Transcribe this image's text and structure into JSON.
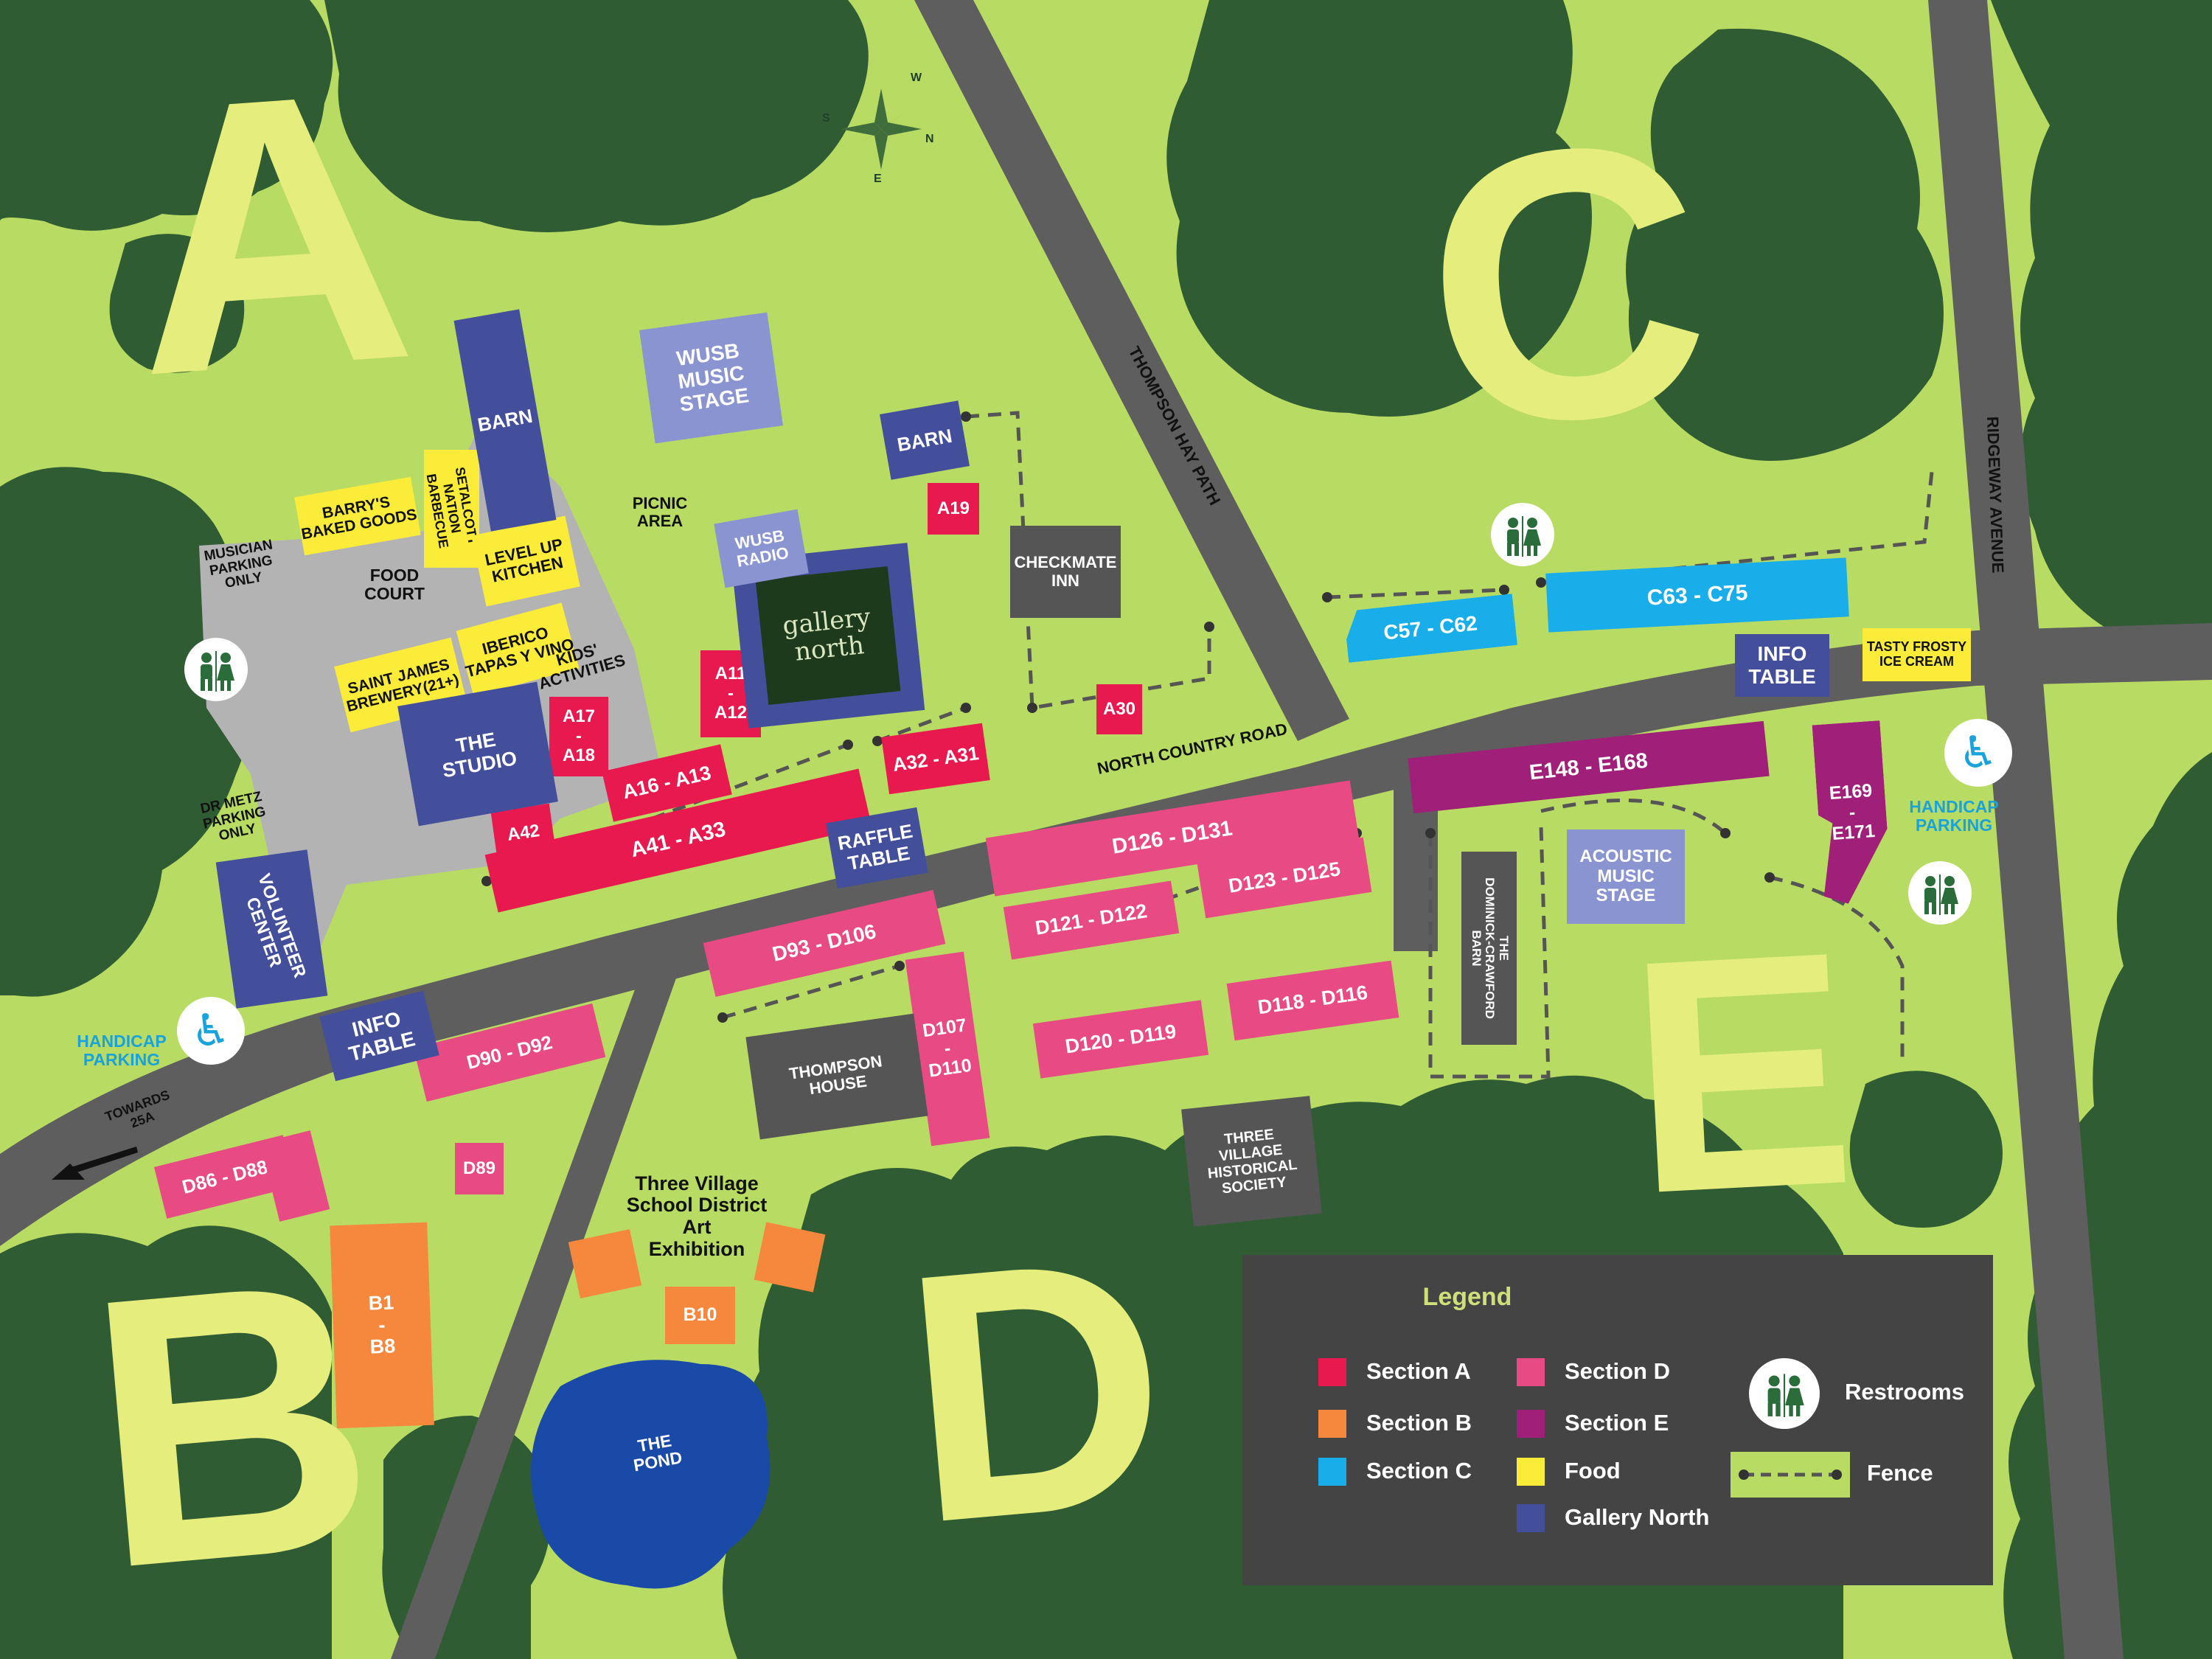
{
  "colors": {
    "grass": "#b8dc63",
    "tree": "#2f5c33",
    "tree_dark": "#234a28",
    "road": "#5e5e5e",
    "lot": "#b3b3b3",
    "section_a": "#e8194e",
    "section_b": "#f5883d",
    "section_c": "#19aeea",
    "section_d": "#e84a84",
    "section_e": "#a01f78",
    "food": "#fbec3a",
    "gallery_north": "#444f9c",
    "stage": "#8a94d0",
    "building": "#555555",
    "big_letter": "#e5ee7d",
    "pond": "#1a4aa8",
    "accent_blue": "#1aa3db",
    "legend_bg": "#444444",
    "legend_title": "#cfe07a"
  },
  "sections": {
    "a": "A",
    "b": "B",
    "c": "C",
    "d": "D",
    "e": "E"
  },
  "roads": {
    "north_country": "NORTH COUNTRY ROAD",
    "thompson_hay": "THOMPSON HAY PATH",
    "ridgeway": "RIDGEWAY AVENUE",
    "towards": "TOWARDS\n25A"
  },
  "compass": {
    "n": "N",
    "s": "S",
    "e": "E",
    "w": "W"
  },
  "booths": {
    "a41_a33": "A41 - A33",
    "a16_a13": "A16 - A13",
    "a42": "A42",
    "a17_a18": "A17\n-\nA18",
    "a11_a12": "A11\n-\nA12",
    "a32_a31": "A32 - A31",
    "a30": "A30",
    "a19": "A19",
    "b1_b8": "B1\n-\nB8",
    "b10": "B10",
    "c57_c62": "C57 - C62",
    "c63_c75": "C63 - C75",
    "d86_d88": "D86 - D88",
    "d89": "D89",
    "d90_d92": "D90 - D92",
    "d93_d106": "D93 - D106",
    "d107_d110": "D107\n-\nD110",
    "d126_d131": "D126 - D131",
    "d121_d122": "D121 - D122",
    "d123_d125": "D123 - D125",
    "d120_d119": "D120 - D119",
    "d118_d116": "D118 - D116",
    "e148_e168": "E148 - E168",
    "e169_e171": "E169\n-\nE171"
  },
  "food": {
    "barrys": "BARRY'S\nBAKED GOODS",
    "setalcott": "SETALCOTT\nNATION\nBARBECUE",
    "level_up": "LEVEL UP\nKITCHEN",
    "iberico": "IBERICO\nTAPAS Y VINO",
    "saint_james": "SAINT JAMES\nBREWERY(21+)",
    "tasty_frosty": "TASTY FROSTY\nICE CREAM"
  },
  "gallery": {
    "barn_main": "BARN",
    "barn_small": "BARN",
    "studio": "THE\nSTUDIO",
    "volunteer": "VOLUNTEER\nCENTER",
    "info_west": "INFO\nTABLE",
    "info_east": "INFO\nTABLE",
    "raffle": "RAFFLE\nTABLE",
    "logo_line1": "gallery",
    "logo_line2": "north"
  },
  "stages": {
    "wusb_music": "WUSB\nMUSIC\nSTAGE",
    "wusb_radio": "WUSB\nRADIO",
    "acoustic": "ACOUSTIC\nMUSIC\nSTAGE"
  },
  "buildings": {
    "checkmate": "CHECKMATE\nINN",
    "thompson_house": "THOMPSON\nHOUSE",
    "three_village_hist": "THREE\nVILLAGE\nHISTORICAL\nSOCIETY",
    "dominick": "THE\nDOMINICK-CRAWFORD\nBARN"
  },
  "labels": {
    "picnic": "PICNIC\nAREA",
    "food_court": "FOOD\nCOURT",
    "kids": "KIDS'\nACTIVITIES",
    "musician_parking": "MUSICIAN\nPARKING\nONLY",
    "dr_metz": "DR METZ\nPARKING\nONLY",
    "handicap_west": "HANDICAP\nPARKING",
    "handicap_east": "HANDICAP\nPARKING",
    "art_exhibition": "Three Village\nSchool District\nArt\nExhibition",
    "pond": "THE\nPOND"
  },
  "legend": {
    "title": "Legend",
    "items": [
      {
        "label": "Section A",
        "color": "#e8194e"
      },
      {
        "label": "Section B",
        "color": "#f5883d"
      },
      {
        "label": "Section C",
        "color": "#19aeea"
      },
      {
        "label": "Section D",
        "color": "#e84a84"
      },
      {
        "label": "Section E",
        "color": "#a01f78"
      },
      {
        "label": "Food",
        "color": "#fbec3a"
      },
      {
        "label": "Gallery North",
        "color": "#444f9c"
      }
    ],
    "restrooms": "Restrooms",
    "fence": "Fence"
  }
}
